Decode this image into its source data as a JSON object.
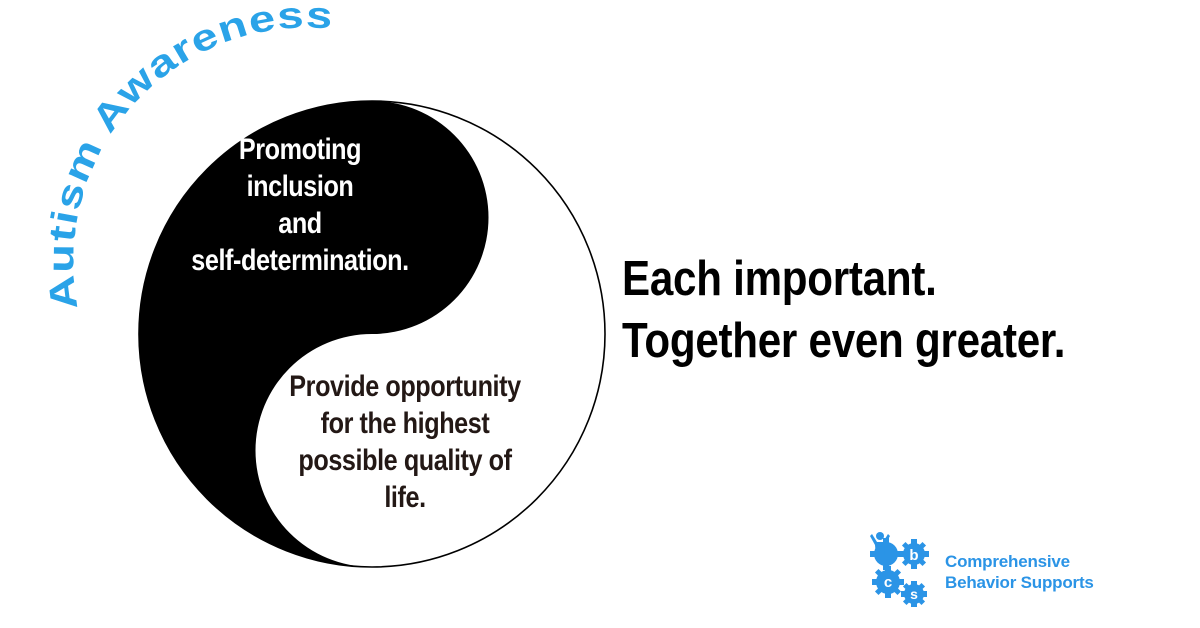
{
  "arc_title": "Autism Awareness",
  "top_half": {
    "lines": [
      "Promoting",
      "inclusion",
      "and",
      "self-determination."
    ]
  },
  "bottom_half": {
    "lines": [
      "Provide opportunity",
      "for the highest",
      "possible quality of",
      "life."
    ]
  },
  "tagline": {
    "line1": "Each important.",
    "line2": "Together even greater."
  },
  "logo": {
    "letters": [
      "c",
      "b",
      "s"
    ],
    "name_line1": "Comprehensive",
    "name_line2": "Behavior Supports"
  },
  "colors": {
    "brand_blue": "#2b94e6",
    "arc_title_blue": "#2aa3e8",
    "yin_black": "#000000",
    "bottom_text": "#231815"
  }
}
